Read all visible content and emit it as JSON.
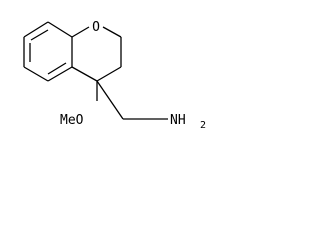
{
  "structure": {
    "atoms": {
      "ring_oxygen": "O",
      "methoxy_group": "MeO",
      "amine_group": "NH",
      "amine_subscript": "2"
    },
    "colors": {
      "bond": "#000000",
      "text": "#000000",
      "background": "#ffffff"
    }
  }
}
